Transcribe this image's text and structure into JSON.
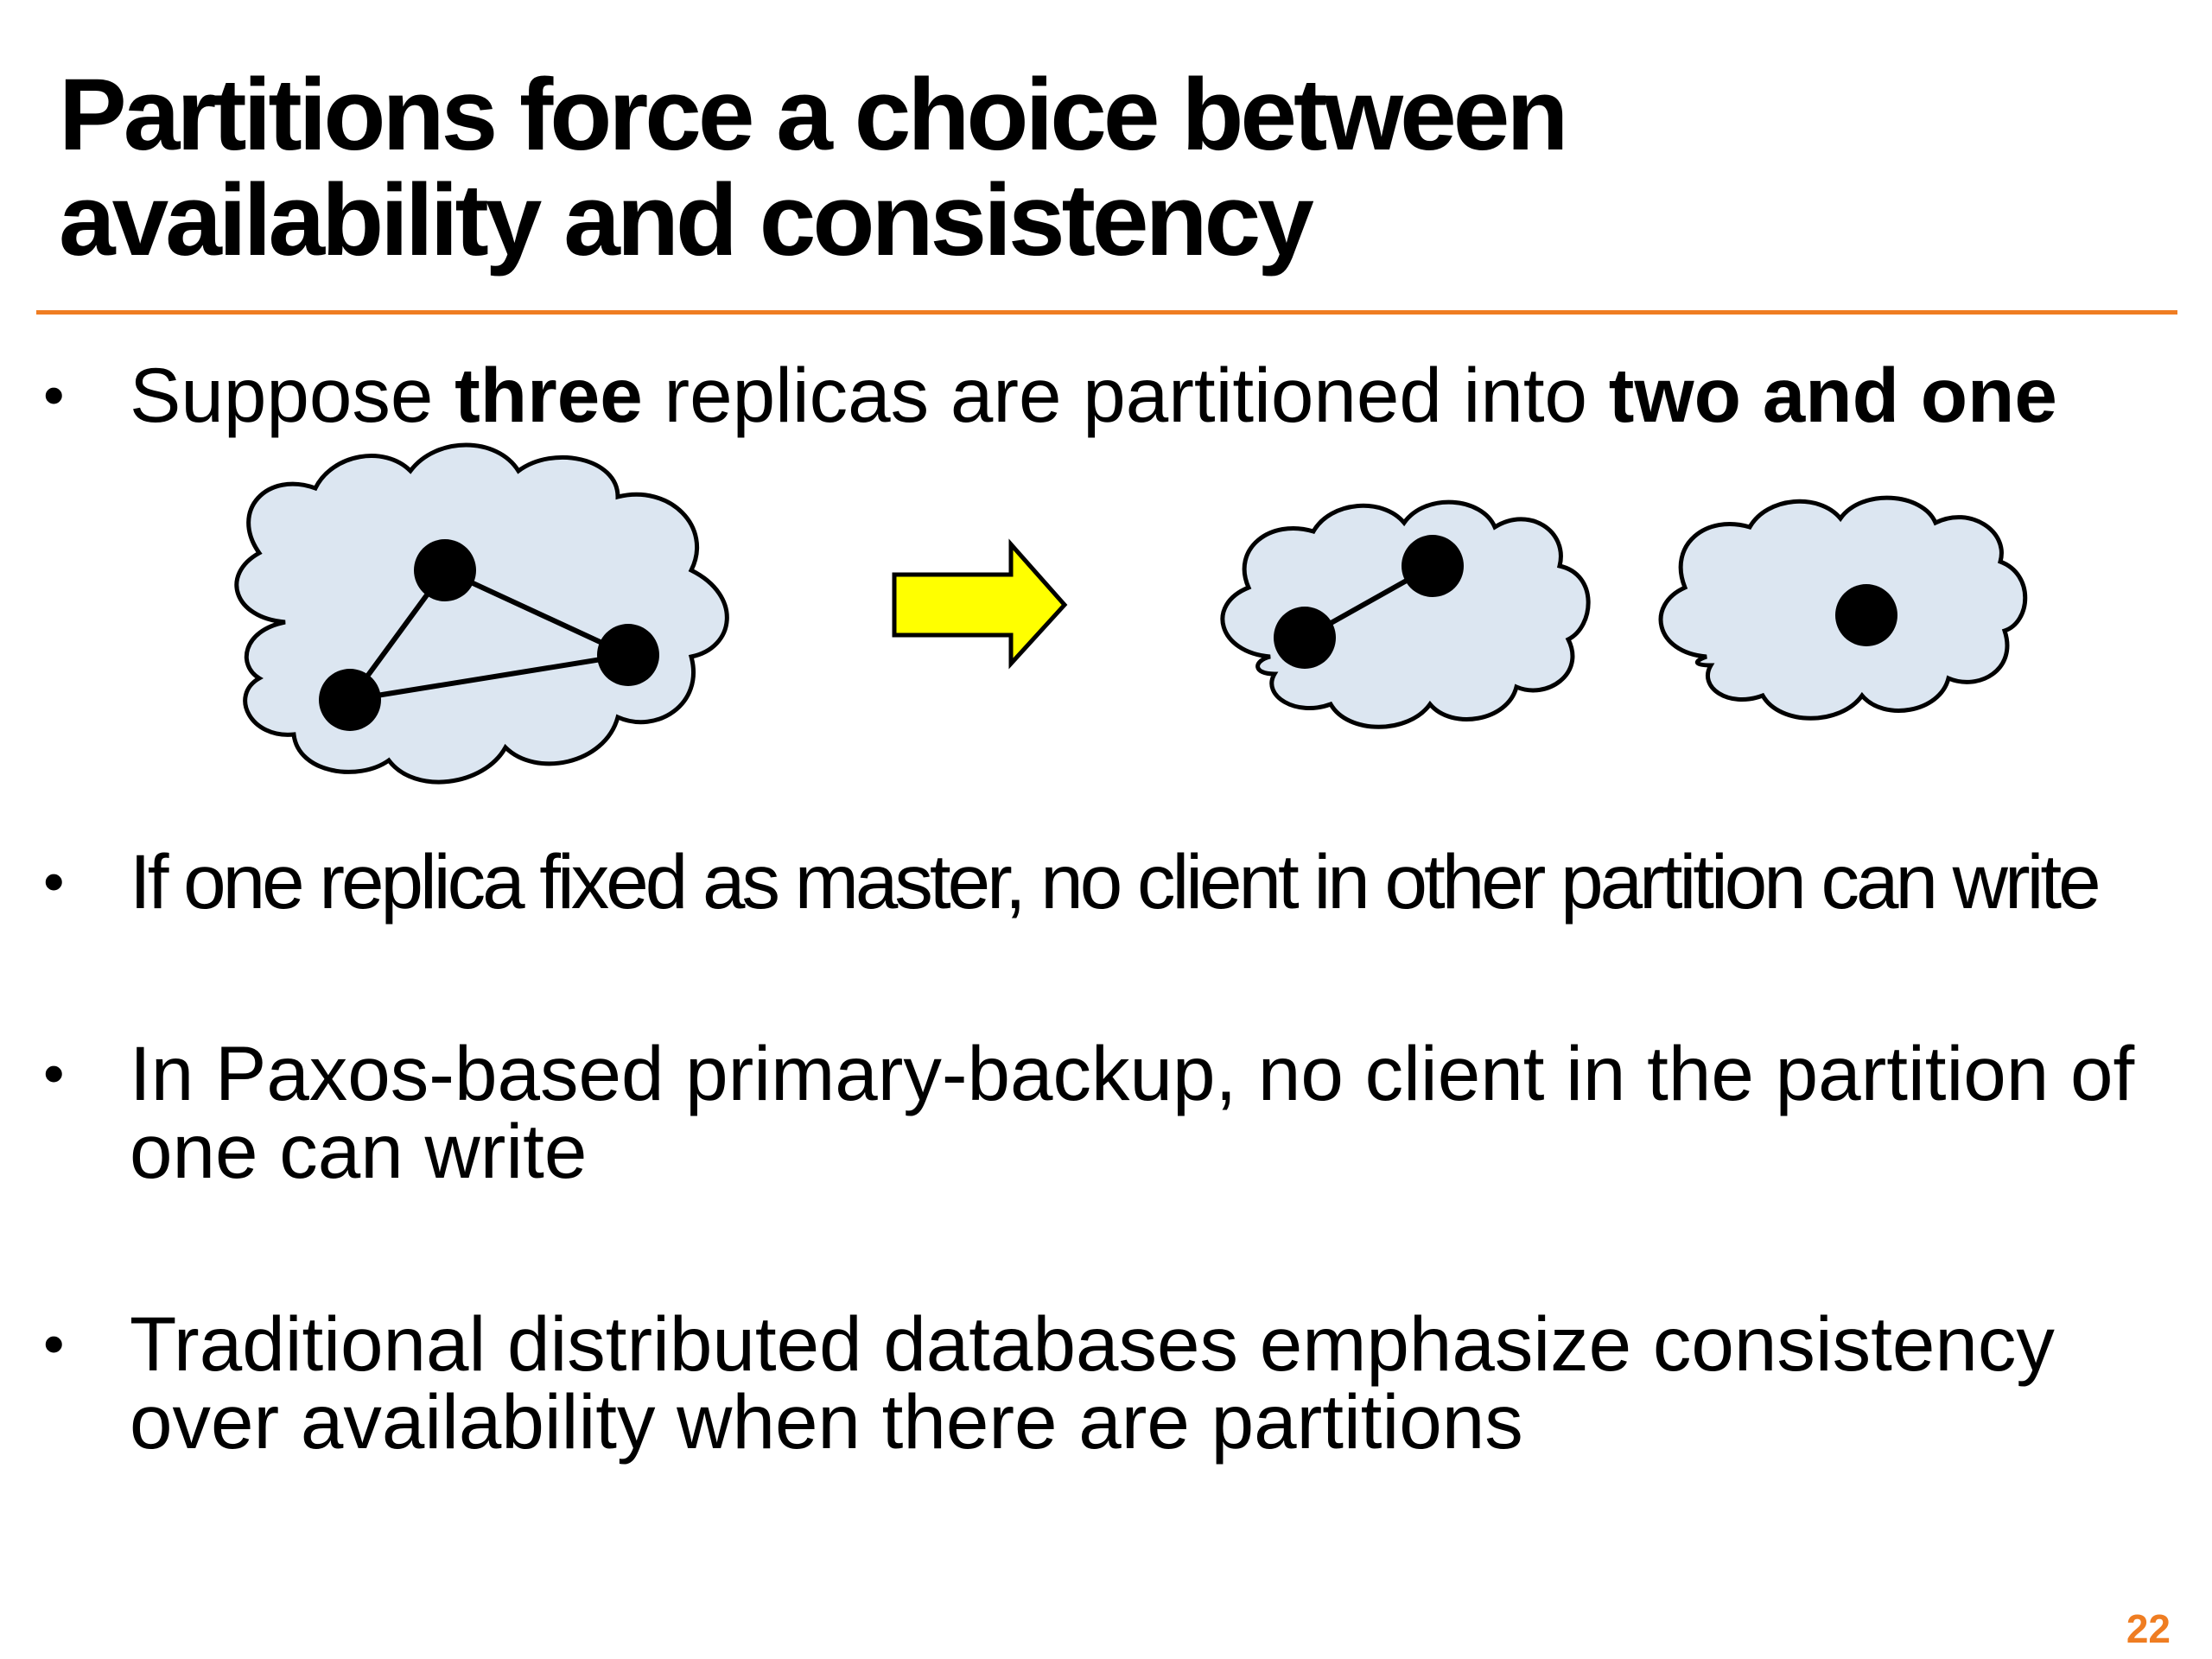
{
  "slide": {
    "title_lines": [
      "Partitions force a choice between",
      "availability and consistency"
    ],
    "accent_color": "#ef7d22",
    "page_number": "22"
  },
  "bullets": [
    {
      "marker": "•",
      "segments": [
        "Suppose ",
        "three",
        " replicas are partitioned into ",
        "two and one"
      ]
    },
    {
      "marker": "•",
      "lines": [
        "If one replica fixed as master, no client in other partition can write"
      ]
    },
    {
      "marker": "•",
      "lines": [
        "In Paxos-based primary-backup, no client in the partition of",
        "one can write"
      ]
    },
    {
      "marker": "•",
      "lines": [
        "Traditional distributed databases emphasize consistency",
        "over availability when there are partitions"
      ]
    }
  ],
  "diagram": {
    "cloud_fill": "#dce6f1",
    "arrow_fill": "#ffff00",
    "node_color": "#000000"
  }
}
